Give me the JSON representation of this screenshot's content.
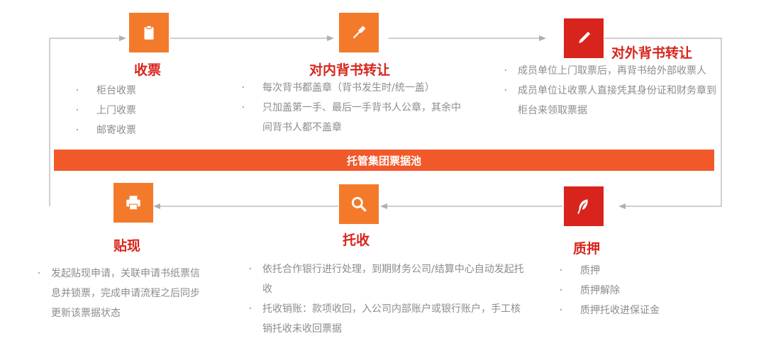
{
  "colors": {
    "orange": "#f47a2b",
    "red": "#d8241c",
    "bar": "#f1592a",
    "connector": "#b0b0b0",
    "bullet_text": "#8c8c8c"
  },
  "pool_label": "托管集团票据池",
  "steps": {
    "collect": {
      "icon": "clipboard-icon",
      "title": "收票",
      "items": [
        "柜台收票",
        "上门收票",
        "邮寄收票"
      ]
    },
    "internal_endorse": {
      "icon": "brush-icon",
      "title": "对内背书转让",
      "items": [
        "每次背书都盖章（背书发生时/统一盖）",
        "只加盖第一手、最后一手背书人公章，其余中间背书人都不盖章"
      ]
    },
    "external_endorse": {
      "icon": "pencil-icon",
      "title": "对外背书转让",
      "items": [
        "成员单位上门取票后，再背书给外部收票人",
        "成员单位让收票人直接凭其身份证和财务章到柜台来领取票据"
      ]
    },
    "pledge": {
      "icon": "feather-icon",
      "title": "质押",
      "items": [
        "质押",
        "质押解除",
        "质押托收进保证金"
      ]
    },
    "collection": {
      "icon": "magnifier-icon",
      "title": "托收",
      "items": [
        "依托合作银行进行处理，到期财务公司/结算中心自动发起托收",
        "托收销账：款项收回，入公司内部账户或银行账户，手工核销托收未收回票据"
      ]
    },
    "discount": {
      "icon": "printer-icon",
      "title": "贴现",
      "items": [
        "发起贴现申请，关联申请书纸票信息并锁票，完成申请流程之后同步更新该票据状态"
      ]
    }
  }
}
